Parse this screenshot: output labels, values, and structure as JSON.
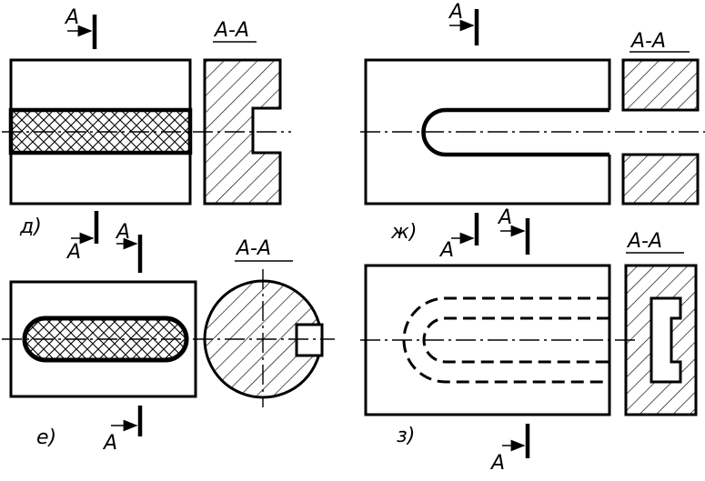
{
  "figures": {
    "d": {
      "label": "д)",
      "section_title": "А-А",
      "marker_top": "А",
      "marker_bottom": "А"
    },
    "zh": {
      "label": "ж)",
      "section_title": "А-А",
      "marker_top": "А",
      "marker_bottom": "А"
    },
    "e": {
      "label": "е)",
      "section_title": "А-А",
      "marker_top": "А",
      "marker_bottom": "А"
    },
    "z": {
      "label": "з)",
      "section_title": "А-А",
      "marker_top": "А",
      "marker_bottom": "А"
    }
  }
}
